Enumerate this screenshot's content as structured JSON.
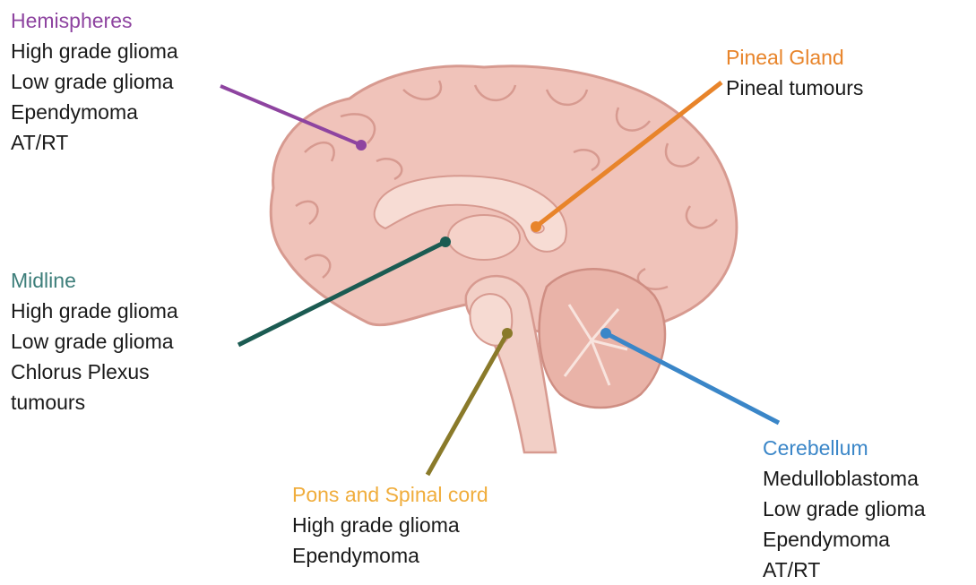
{
  "colors": {
    "hemispheres": "#8e44a0",
    "midline": "#3d7e7a",
    "midline_line": "#1b5b52",
    "pineal": "#e8842a",
    "pons_title": "#f0ad3c",
    "pons_line": "#8a7a2a",
    "cerebellum": "#3a86c8",
    "brain_fill": "#f0c3ba",
    "brain_stroke": "#d79a90"
  },
  "regions": {
    "hemispheres": {
      "title": "Hemispheres",
      "items": [
        "High grade glioma",
        "Low grade glioma",
        "Ependymoma",
        "AT/RT"
      ]
    },
    "midline": {
      "title": "Midline",
      "items": [
        "High grade glioma",
        "Low grade glioma",
        "Chlorus Plexus",
        "tumours"
      ]
    },
    "pineal": {
      "title": "Pineal Gland",
      "items": [
        "Pineal tumours"
      ]
    },
    "pons": {
      "title": "Pons and Spinal cord",
      "items": [
        "High grade glioma",
        "Ependymoma"
      ]
    },
    "cerebellum": {
      "title": "Cerebellum",
      "items": [
        "Medulloblastoma",
        "Low grade glioma",
        "Ependymoma",
        "AT/RT"
      ]
    }
  }
}
